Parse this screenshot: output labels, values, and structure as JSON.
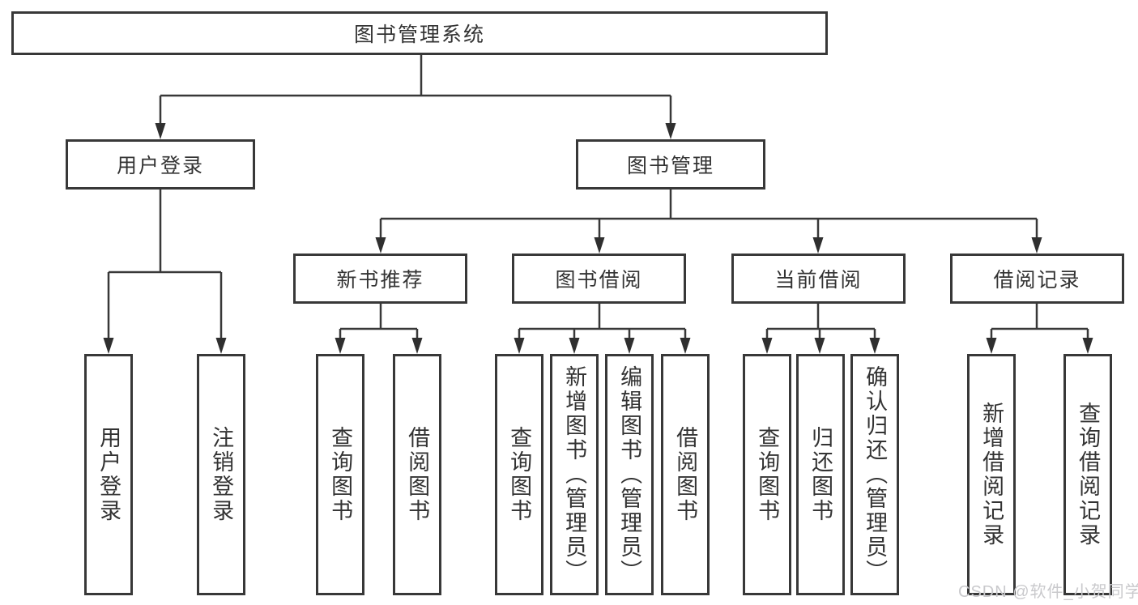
{
  "tree": {
    "root": {
      "label": "图书管理系统"
    },
    "branches": [
      {
        "label": "用户登录",
        "children": [
          "用户登录",
          "注销登录"
        ]
      },
      {
        "label": "图书管理",
        "children": [
          {
            "label": "新书推荐",
            "children": [
              "查询图书",
              "借阅图书"
            ]
          },
          {
            "label": "图书借阅",
            "children": [
              "查询图书",
              "新增图书（管理员）",
              "编辑图书（管理员）",
              "借阅图书"
            ]
          },
          {
            "label": "当前借阅",
            "children": [
              "查询图书",
              "归还图书",
              "确认归还（管理员）"
            ]
          },
          {
            "label": "借阅记录",
            "children": [
              "新增借阅记录",
              "查询借阅记录"
            ]
          }
        ]
      }
    ]
  },
  "watermark": {
    "text": "CSDN @软件_小贺同学"
  },
  "colors": {
    "line": "#383838",
    "border": "#383838",
    "text": "#333333",
    "background": "#ffffff",
    "watermark": "#c9c9cc"
  }
}
